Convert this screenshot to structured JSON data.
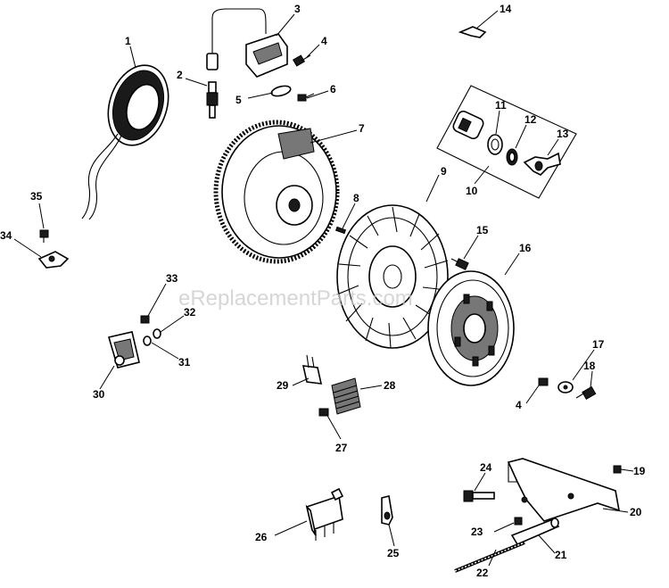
{
  "watermark": "eReplacementParts.com",
  "callouts": {
    "c1": "1",
    "c2": "2",
    "c3": "3",
    "c4a": "4",
    "c4b": "4",
    "c5": "5",
    "c6": "6",
    "c7": "7",
    "c8": "8",
    "c9": "9",
    "c10": "10",
    "c11": "11",
    "c12": "12",
    "c13": "13",
    "c14": "14",
    "c15": "15",
    "c16": "16",
    "c17": "17",
    "c18": "18",
    "c19": "19",
    "c20": "20",
    "c21": "21",
    "c22": "22",
    "c23": "23",
    "c24": "24",
    "c25": "25",
    "c26": "26",
    "c27": "27",
    "c28": "28",
    "c29": "29",
    "c30": "30",
    "c31": "31",
    "c32": "32",
    "c33": "33",
    "c34": "34",
    "c35": "35"
  }
}
